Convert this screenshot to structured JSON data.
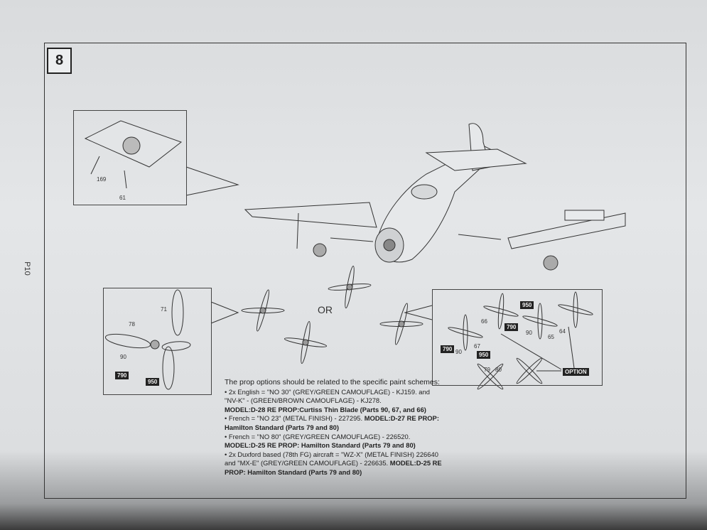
{
  "step_number": "8",
  "page_number": "P10",
  "or_label": "OR",
  "inset_top_left": {
    "labels": [
      "169",
      "61"
    ]
  },
  "inset_bottom_left": {
    "labels": [
      "71",
      "78",
      "90"
    ],
    "tags": [
      "790",
      "950"
    ]
  },
  "inset_right": {
    "labels": [
      "66",
      "67",
      "90",
      "65",
      "64",
      "90",
      "79",
      "80"
    ],
    "tags": [
      "950",
      "790",
      "790",
      "950"
    ],
    "option_label": "OPTION"
  },
  "notes": {
    "intro": "The prop options should be related to the specific paint schemes:",
    "items": [
      {
        "line1": "• 2x English = \"NO 30\" (GREY/GREEN CAMOUFLAGE) - KJ159. and",
        "line2": "\"NV-K\" - (GREEN/BROWN CAMOUFLAGE) - KJ278.",
        "bold": "MODEL:D-28 RE  PROP:Curtiss Thin Blade (Parts 90, 67, and 66)"
      },
      {
        "line1": "• French = \"NO 23\" (METAL FINISH) - 227295. ",
        "line1_bold": "MODEL:D-27 RE  PROP:",
        "bold": "Hamilton Standard (Parts 79 and 80)"
      },
      {
        "line1": "• French = \"NO 80\" (GREY/GREEN CAMOUFLAGE) - 226520.",
        "bold": "MODEL:D-25 RE  PROP: Hamilton Standard (Parts 79 and 80)"
      },
      {
        "line1": "• 2x Duxford based (78th FG) aircraft = \"WZ-X\" (METAL FINISH) 226640",
        "line2": "and \"MX-E\" (GREY/GREEN CAMOUFLAGE) - 226635. ",
        "line2_bold": "MODEL:D-25 RE",
        "bold": "PROP: Hamilton Standard (Parts 79 and 80)"
      }
    ]
  }
}
